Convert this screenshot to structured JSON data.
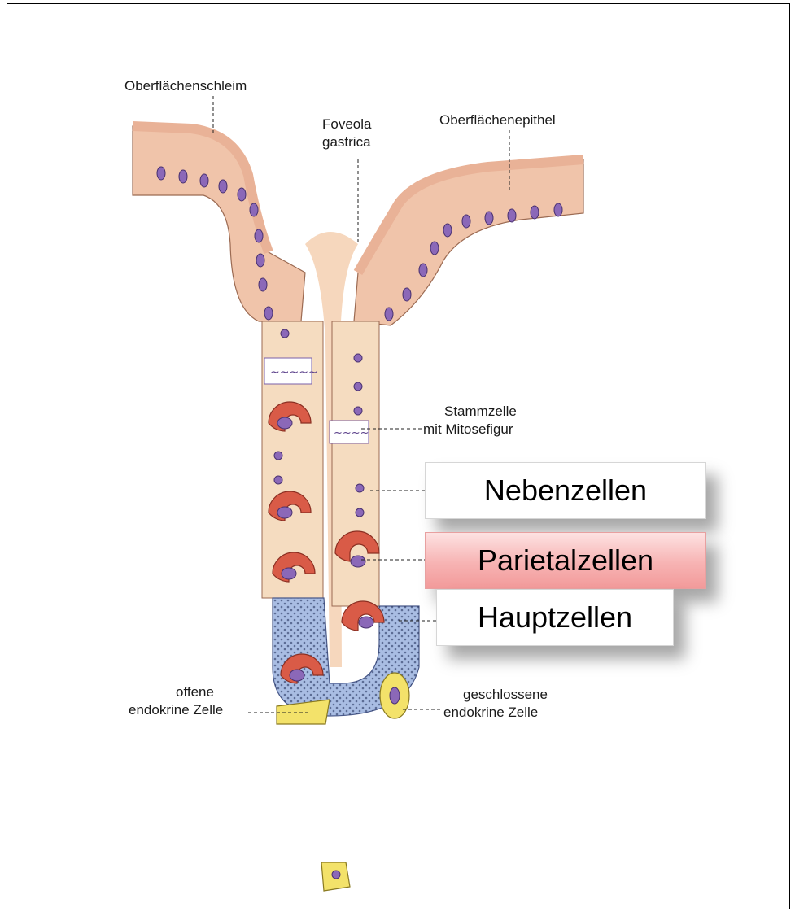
{
  "labels": {
    "surface_mucus": "Oberflächenschleim",
    "foveola_line1": "Foveola",
    "foveola_line2": "gastrica",
    "surface_epithelium": "Oberflächenepithel",
    "stem_line1": "Stammzelle",
    "stem_line2": "mit Mitosefigur",
    "open_endo_line1": "offene",
    "open_endo_line2": "endokrine Zelle",
    "closed_endo_line1": "geschlossene",
    "closed_endo_line2": "endokrine Zelle"
  },
  "boxes": {
    "neben": "Nebenzellen",
    "parietal": "Parietalzellen",
    "haupt": "Hauptzellen"
  },
  "colors": {
    "epithelium": "#f0c4aa",
    "pit_lumen": "#f6d7bd",
    "neck_cells": "#f5dcc0",
    "chief_cells": "#a9bde3",
    "parietal": "#d95b47",
    "nucleus": "#8b68b8",
    "endocrine": "#f3e26a",
    "highlight_box": "#f7b3b3"
  }
}
